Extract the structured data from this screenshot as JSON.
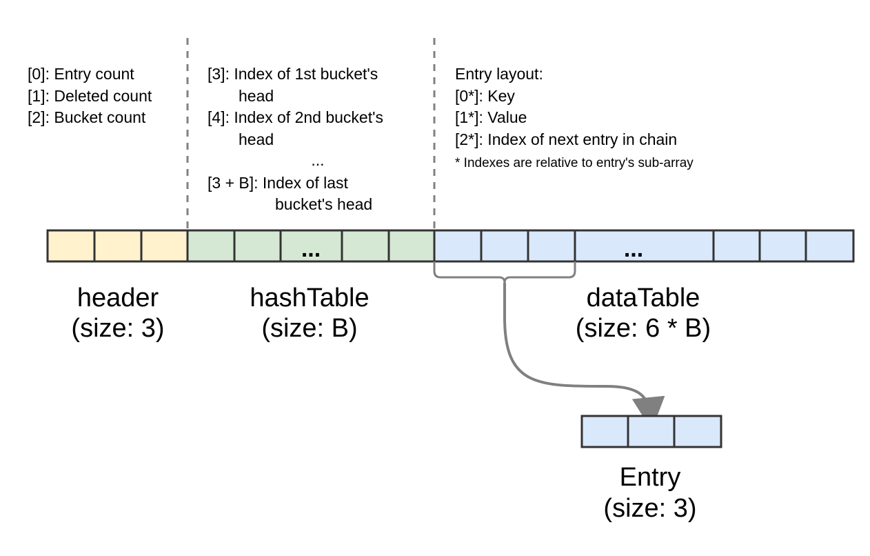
{
  "header_notes": [
    "[0]: Entry count",
    "[1]: Deleted count",
    "[2]: Bucket count"
  ],
  "hash_notes": {
    "line1": "[3]: Index of 1st bucket's",
    "line2": "head",
    "line3": "[4]: Index of 2nd bucket's",
    "line4": "head",
    "ellipsis": "...",
    "line5": "[3 + B]: Index of last",
    "line6": "bucket's head"
  },
  "entry_notes": {
    "title": "Entry layout:",
    "key": "[0*]: Key",
    "value": "[1*]: Value",
    "next": "[2*]: Index of next entry in chain",
    "footnote": "* Indexes are relative to entry's sub-array"
  },
  "array": {
    "hash_ellipsis": "...",
    "data_ellipsis": "..."
  },
  "sections": {
    "header": {
      "name": "header",
      "size": "(size: 3)"
    },
    "hashTable": {
      "name": "hashTable",
      "size": "(size: B)"
    },
    "dataTable": {
      "name": "dataTable",
      "size": "(size: 6 * B)"
    },
    "entry": {
      "name": "Entry",
      "size": "(size: 3)"
    }
  },
  "colors": {
    "header_fill": "#fff2cc",
    "hash_fill": "#d5e8d4",
    "data_fill": "#dae8fc",
    "stroke": "#333333",
    "divider": "#808080",
    "connector": "#808080"
  }
}
